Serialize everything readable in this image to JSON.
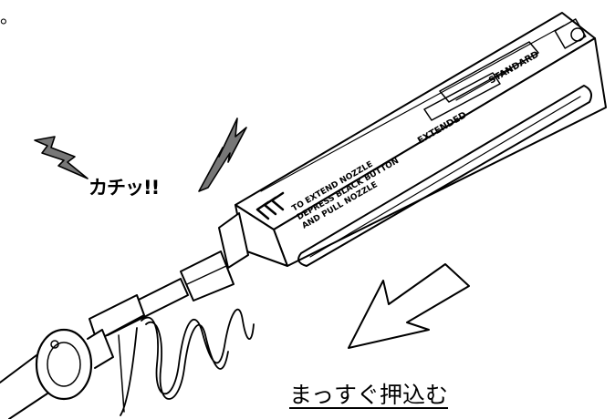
{
  "caption_fragment": "。",
  "sound_effect": "カチッ!!",
  "instruction": "まっすぐ押込む",
  "body_label": [
    "TO EXTEND NOZZLE",
    "DEPRESS BLACK BUTTON",
    "AND PULL NOZZLE"
  ],
  "standard_label": "STANDARD",
  "extended_label": "EXTENDED",
  "colors": {
    "ink": "#000000",
    "paper": "#ffffff"
  }
}
